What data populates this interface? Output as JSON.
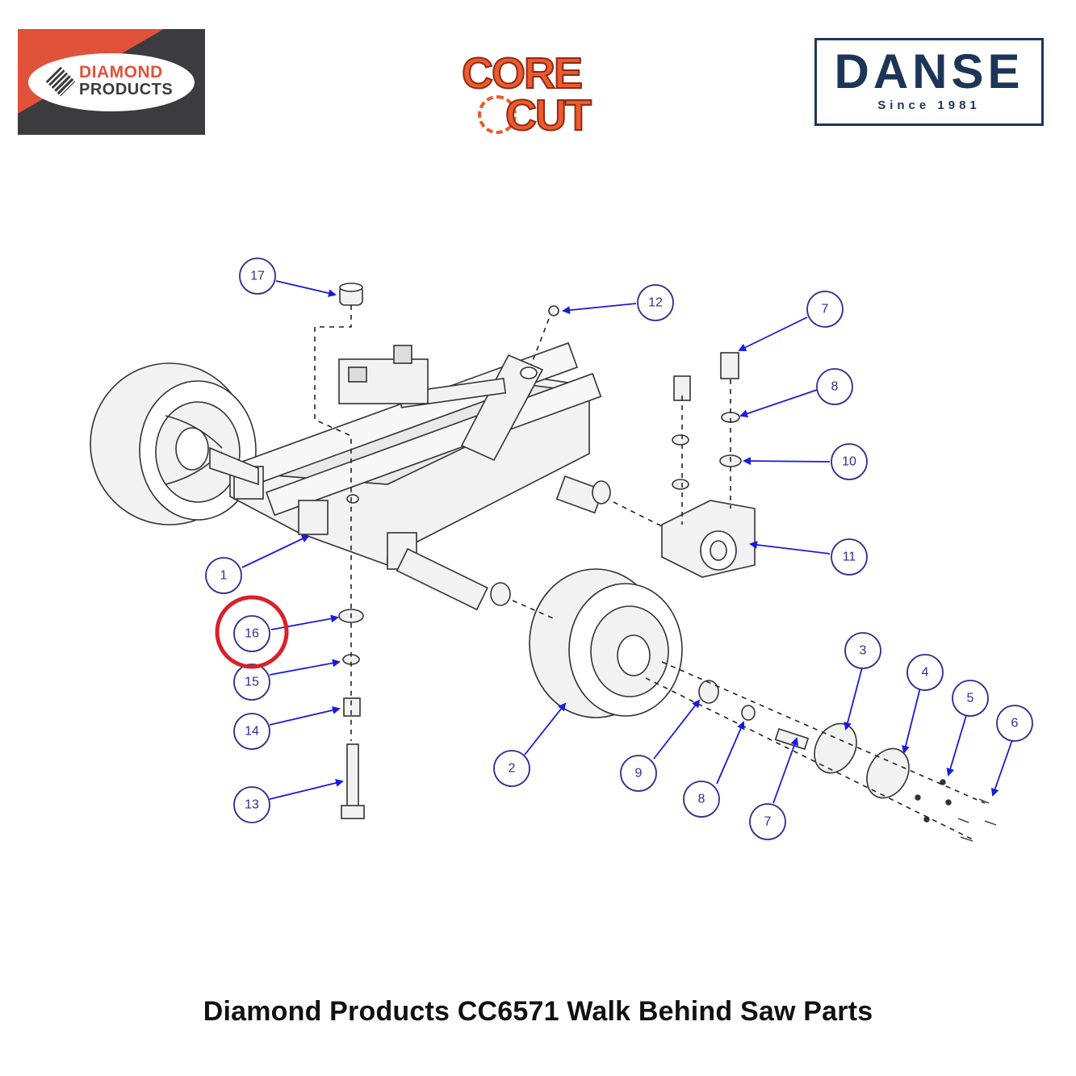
{
  "logos": {
    "diamond_products": {
      "line1": "DIAMOND",
      "line2": "PRODUCTS",
      "brand_colors": [
        "#e0533a",
        "#3c3b40"
      ]
    },
    "core_cut": {
      "line1": "CORE",
      "line2": "CUT",
      "color": "#ec5a2d"
    },
    "danse": {
      "name": "DANSE",
      "since": "Since 1981",
      "color": "#1d3557"
    }
  },
  "diagram": {
    "callout_color": "#2f2f8f",
    "highlight_color": "#d9212a",
    "highlighted_part": "16",
    "callouts": [
      "17",
      "12",
      "7",
      "8",
      "10",
      "11",
      "1",
      "16",
      "15",
      "14",
      "13",
      "2",
      "9",
      "8",
      "7",
      "3",
      "4",
      "5",
      "6"
    ]
  },
  "caption": "Diamond Products CC6571 Walk Behind Saw Parts"
}
